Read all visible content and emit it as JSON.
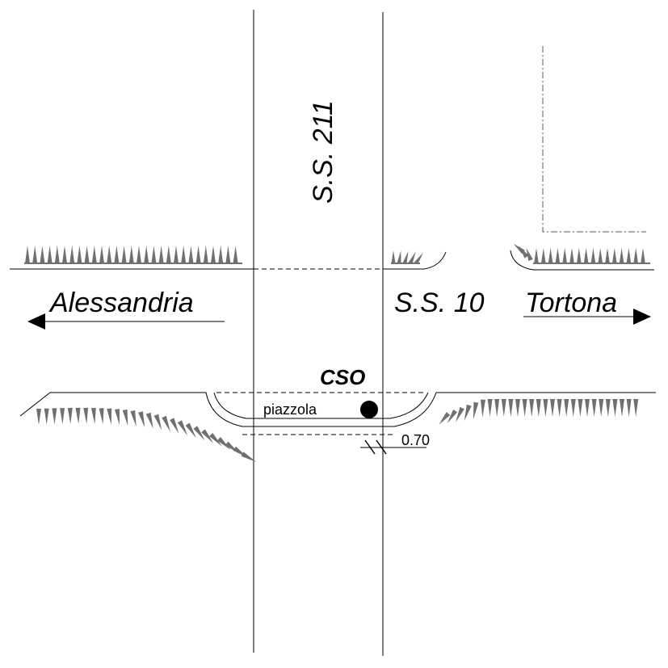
{
  "labels": {
    "vertical_road": "S.S. 211",
    "horizontal_road": "S.S. 10",
    "west_destination": "Alessandria",
    "east_destination": "Tortona",
    "station": "CSO",
    "lay_by": "piazzola",
    "offset_dimension": "0.70"
  },
  "colors": {
    "line": "#000000",
    "embankment": "#707070"
  }
}
